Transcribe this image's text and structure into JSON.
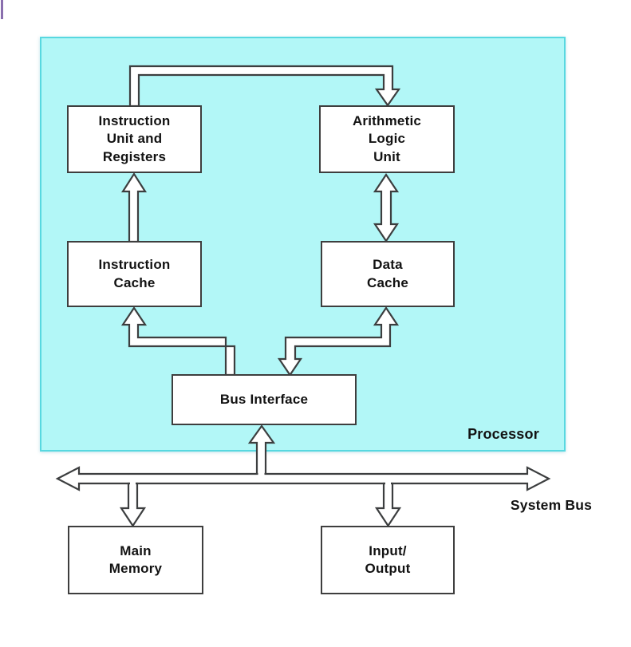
{
  "diagram": {
    "region_title": "Processor",
    "bus_label": "System Bus",
    "nodes": {
      "instruction_unit": {
        "label": "Instruction\nUnit and\nRegisters"
      },
      "alu": {
        "label": "Arithmetic\nLogic\nUnit"
      },
      "instruction_cache": {
        "label": "Instruction\nCache"
      },
      "data_cache": {
        "label": "Data\nCache"
      },
      "bus_interface": {
        "label": "Bus Interface"
      },
      "main_memory": {
        "label": "Main\nMemory"
      },
      "input_output": {
        "label": "Input/\nOutput"
      }
    },
    "edges": [
      {
        "from": "instruction_unit",
        "to": "alu",
        "direction": "one-way"
      },
      {
        "from": "instruction_cache",
        "to": "instruction_unit",
        "direction": "one-way"
      },
      {
        "from": "alu",
        "to": "data_cache",
        "direction": "bidirectional"
      },
      {
        "from": "bus_interface",
        "to": "instruction_cache",
        "direction": "one-way"
      },
      {
        "from": "bus_interface",
        "to": "data_cache",
        "direction": "bidirectional"
      },
      {
        "from": "system_bus",
        "to": "bus_interface",
        "direction": "one-way"
      },
      {
        "from": "system_bus",
        "to": "main_memory",
        "direction": "one-way"
      },
      {
        "from": "system_bus",
        "to": "input_output",
        "direction": "one-way"
      },
      {
        "from": "system_bus",
        "to": "system_bus",
        "direction": "double-headed-horizontal"
      }
    ],
    "colors": {
      "processor_fill": "#b2f7f7",
      "processor_border": "#58d8e0",
      "line": "#3c3e3f",
      "box_border": "#3e3e3e",
      "text": "#121212",
      "accent_mark": "#8a6fae"
    }
  }
}
